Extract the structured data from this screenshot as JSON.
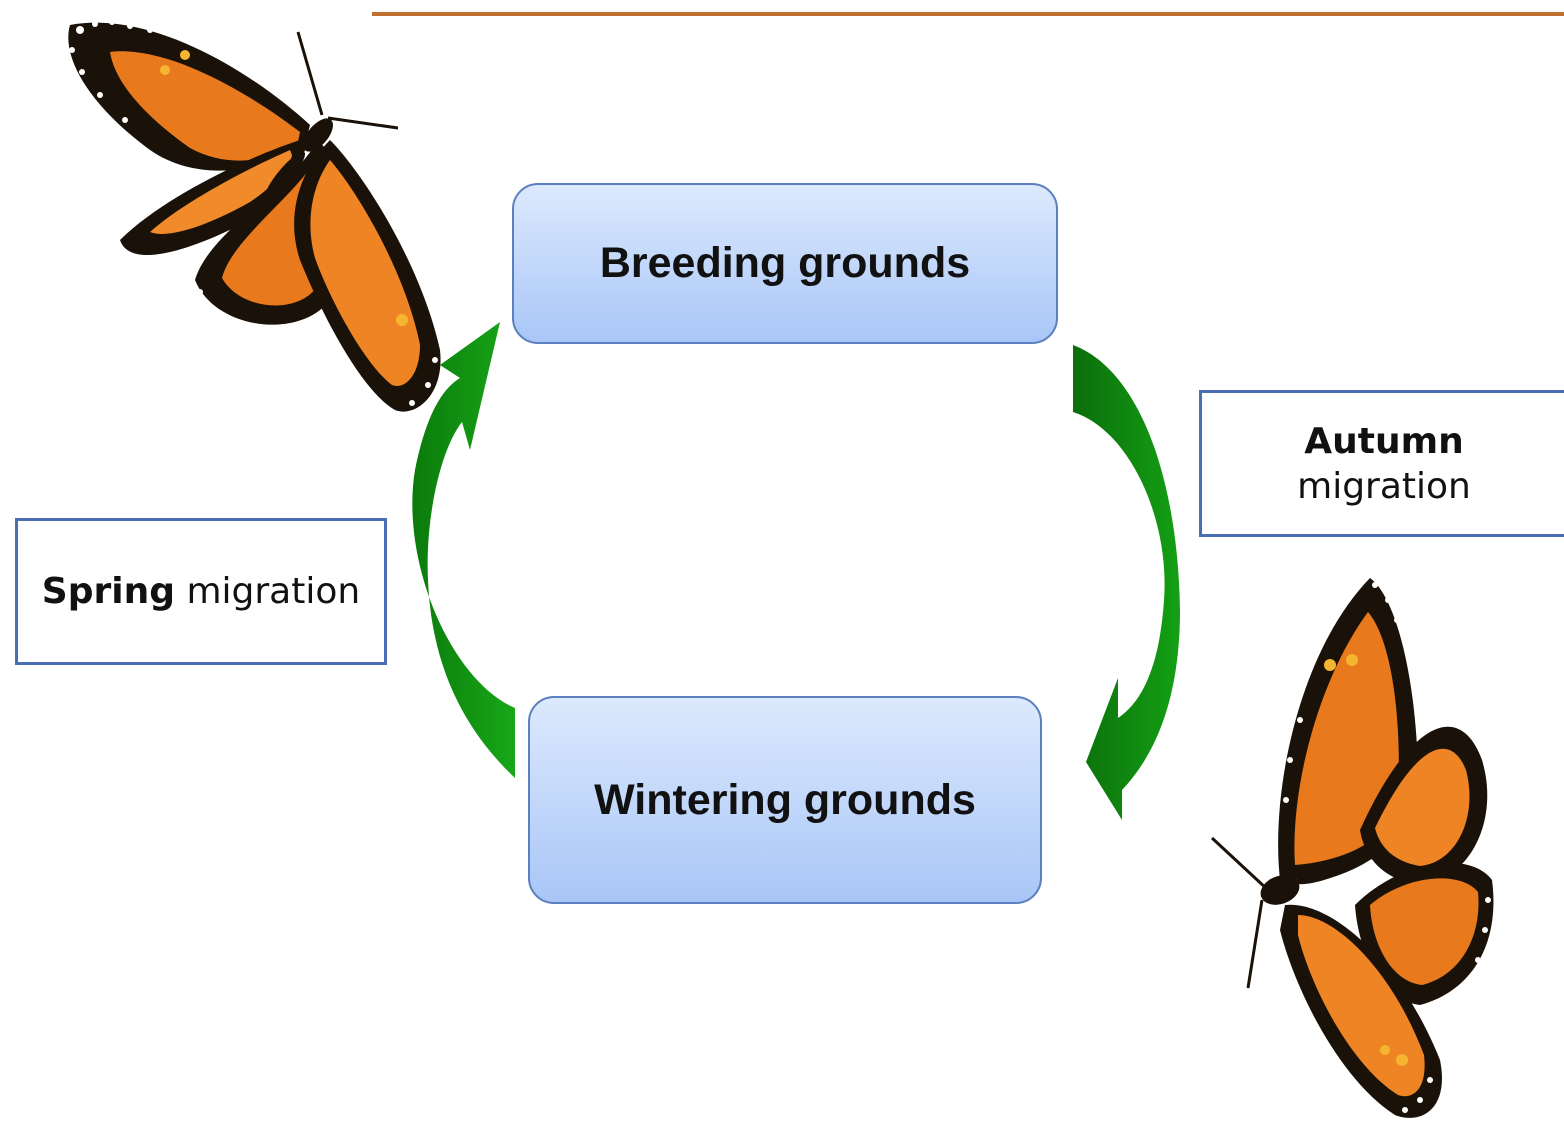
{
  "nodes": {
    "breeding": "Breeding grounds",
    "wintering": "Wintering grounds"
  },
  "labels": {
    "spring": {
      "bold": "Spring",
      "rest": " migration"
    },
    "autumn": {
      "bold": "Autumn",
      "rest": "migration"
    }
  },
  "colors": {
    "arrow_light": "#14a014",
    "arrow_dark": "#0a6e0a",
    "wing_orange": "#e8791c",
    "wing_black": "#1a1208",
    "box_border": "#5b7fbf",
    "header_rule": "#c0712f"
  },
  "icons": [
    "monarch-butterfly",
    "curved-arrow-up",
    "curved-arrow-down"
  ]
}
